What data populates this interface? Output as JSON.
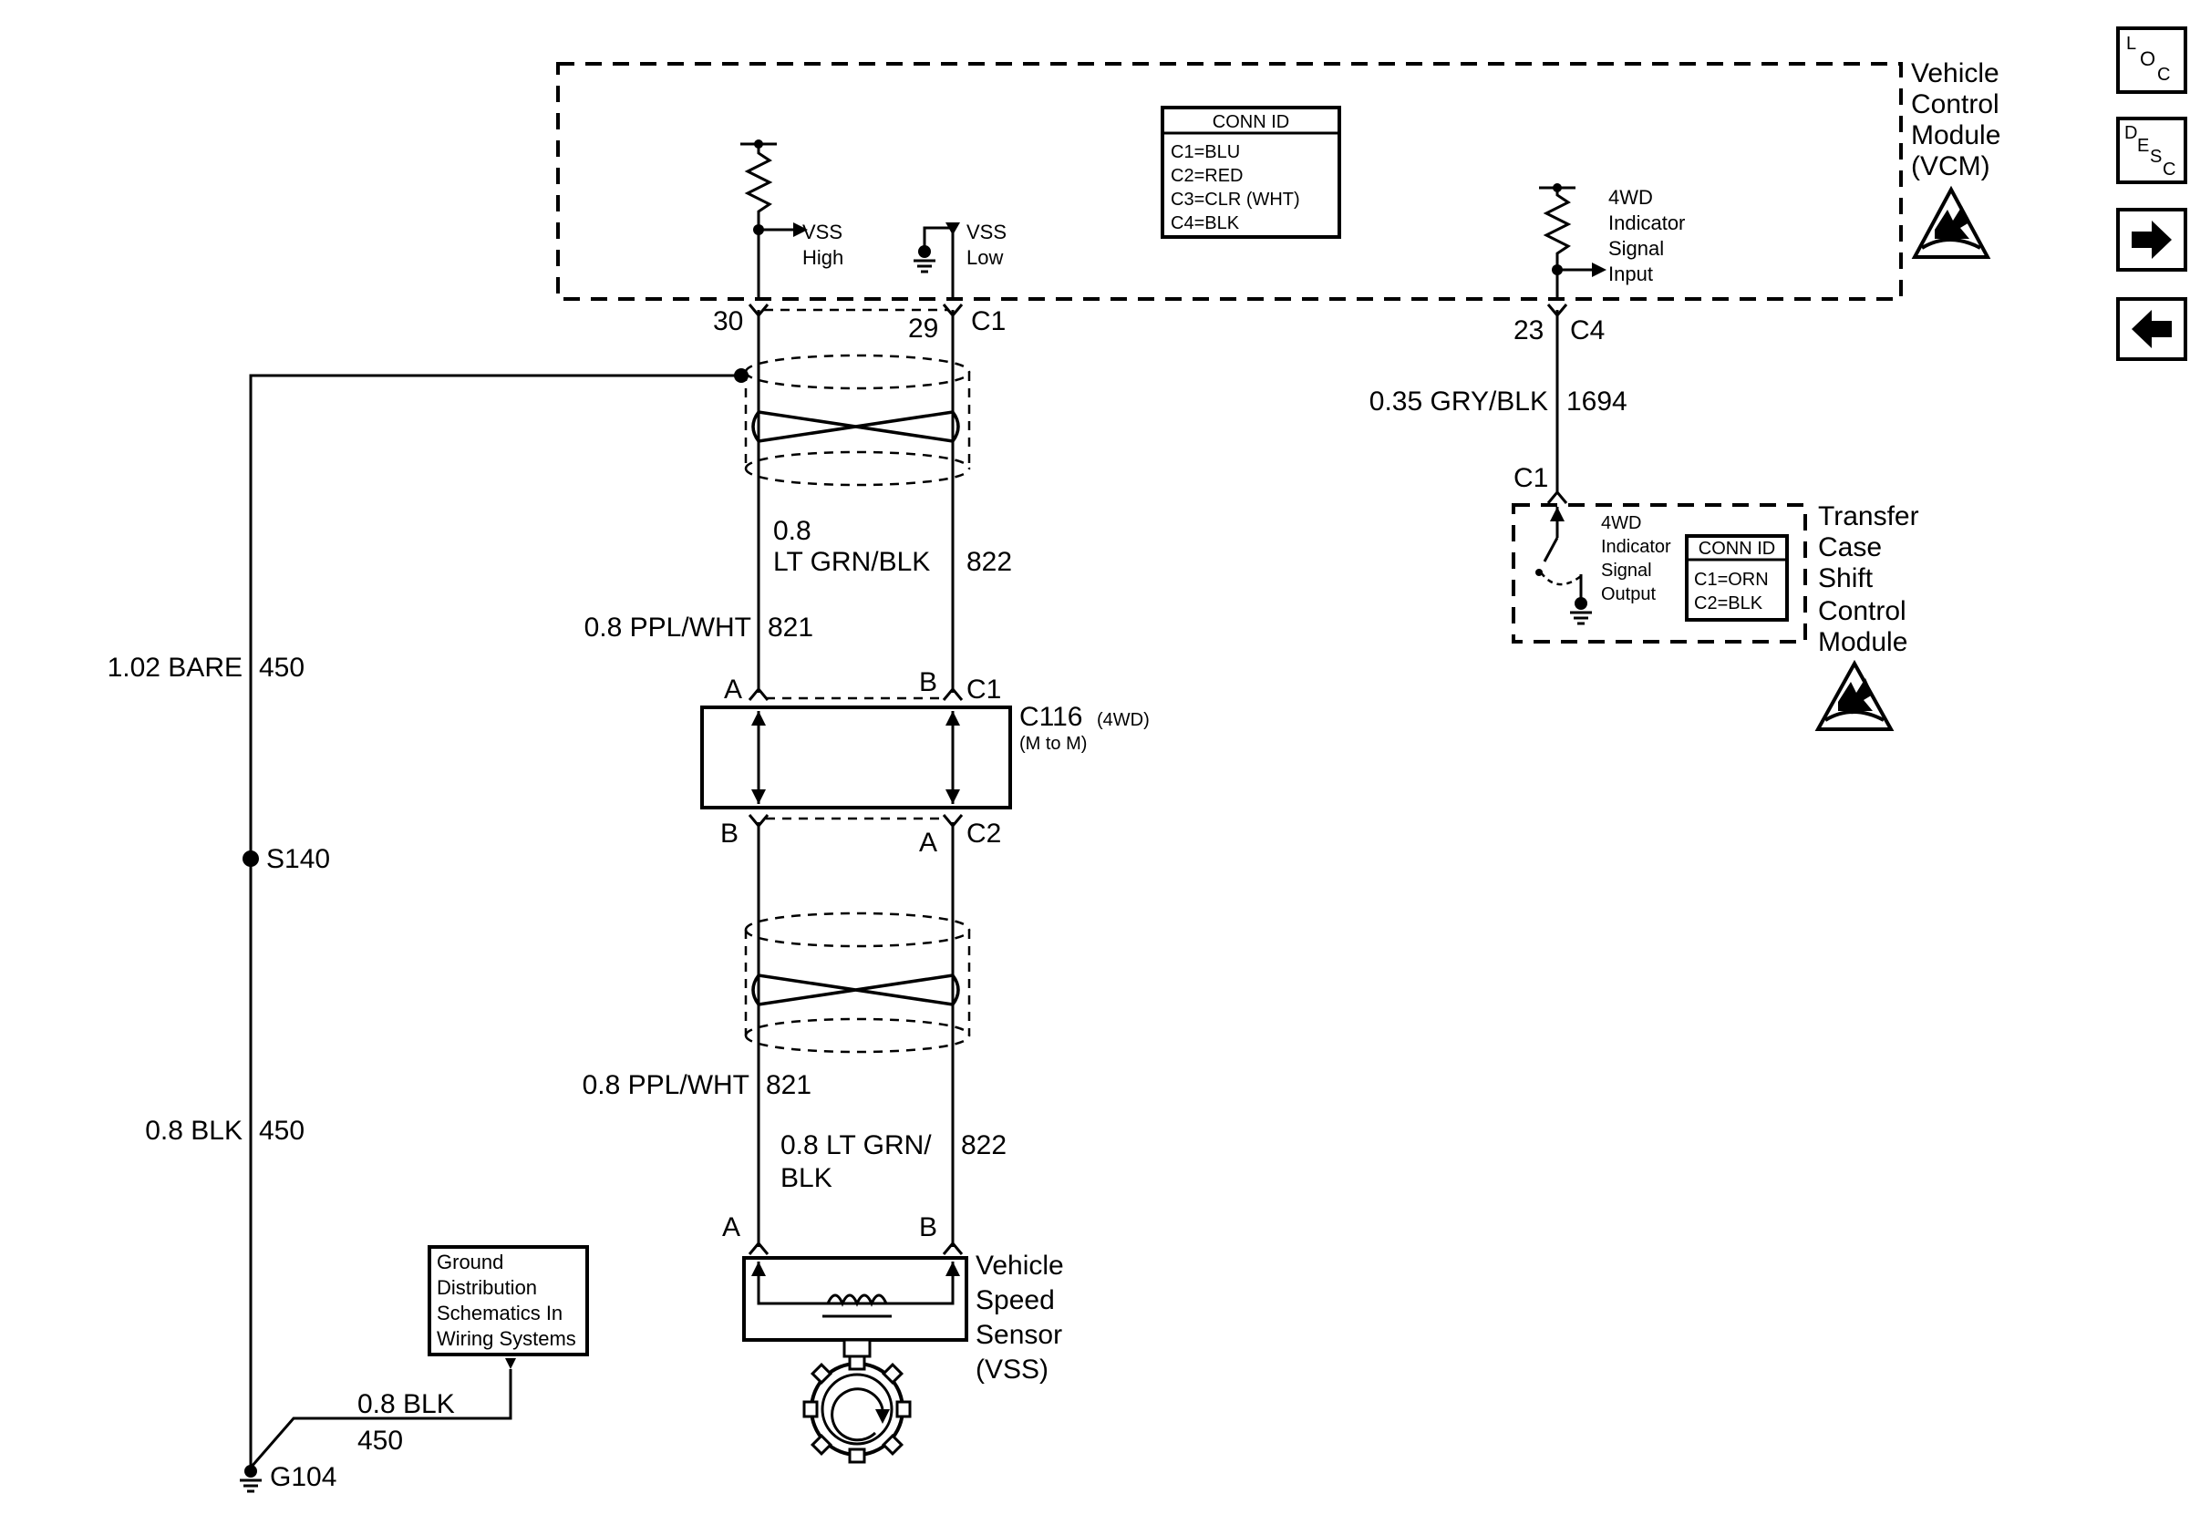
{
  "vcm": {
    "name_lines": [
      "Vehicle",
      "Control",
      "Module",
      "(VCM)"
    ],
    "conn_id": {
      "header": "CONN ID",
      "lines": [
        "C1=BLU",
        "C2=RED",
        "C3=CLR (WHT)",
        "C4=BLK"
      ]
    },
    "vss_high": [
      "VSS",
      "High"
    ],
    "vss_low": [
      "VSS",
      "Low"
    ],
    "indicator_input": [
      "4WD",
      "Indicator",
      "Signal",
      "Input"
    ],
    "pin_30": "30",
    "pin_29": "29",
    "conn_c1": "C1",
    "pin_23": "23",
    "conn_c4": "C4"
  },
  "transfer_case": {
    "name_lines": [
      "Transfer",
      "Case",
      "Shift",
      "Control",
      "Module"
    ],
    "conn_id": {
      "header": "CONN ID",
      "lines": [
        "C1=ORN",
        "C2=BLK"
      ]
    },
    "indicator_output": [
      "4WD",
      "Indicator",
      "Signal",
      "Output"
    ],
    "conn_c1": "C1"
  },
  "wires": {
    "gry_blk": {
      "label": "0.35 GRY/BLK",
      "circuit": "1694"
    },
    "bare": {
      "label": "1.02 BARE",
      "circuit": "450"
    },
    "blk_upper": {
      "label": "0.8 BLK",
      "circuit": "450"
    },
    "blk_lower": {
      "label": "0.8 BLK",
      "circuit": "450"
    },
    "upper_ltgrn_size": "0.8",
    "upper_ltgrn": {
      "label": "LT GRN/BLK",
      "circuit": "822"
    },
    "upper_ppl": {
      "label": "0.8 PPL/WHT",
      "circuit": "821"
    },
    "lower_ppl": {
      "label": "0.8 PPL/WHT",
      "circuit": "821"
    },
    "lower_ltgrn": {
      "label_line1": "0.8 LT GRN/",
      "label_line2": "BLK",
      "circuit": "822"
    }
  },
  "c116": {
    "name": "C116",
    "tag": "(4WD)",
    "type": "(M to M)",
    "top_a": "A",
    "top_b": "B",
    "top_conn": "C1",
    "bot_b": "B",
    "bot_a": "A",
    "bot_conn": "C2"
  },
  "splice": {
    "name": "S140"
  },
  "ground": {
    "name": "G104"
  },
  "ground_ref": {
    "lines": [
      "Ground",
      "Distribution",
      "Schematics In",
      "Wiring Systems"
    ]
  },
  "vss_sensor": {
    "name_lines": [
      "Vehicle",
      "Speed",
      "Sensor",
      "(VSS)"
    ],
    "pin_a": "A",
    "pin_b": "B"
  },
  "nav": {
    "loc": {
      "l1": "L",
      "l2": "O",
      "l3": "C"
    },
    "desc": {
      "l1": "D",
      "l2": "E",
      "l3": "S",
      "l4": "C"
    },
    "next_icon": "arrow-right-icon",
    "prev_icon": "arrow-left-icon"
  }
}
